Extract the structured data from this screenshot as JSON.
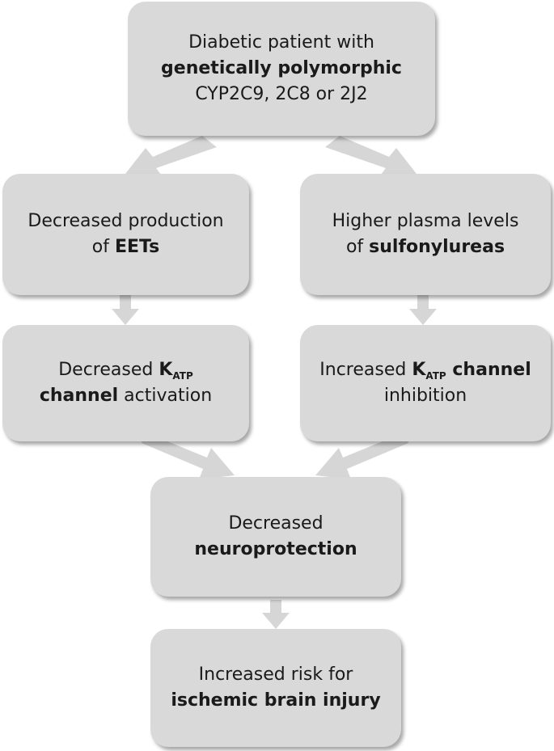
{
  "colors": {
    "node_fill": "#d9d9d9",
    "arrow": "#d6d6d6",
    "text": "#1a1a1a"
  },
  "nodes": {
    "patient": {
      "line1": "Diabetic patient with",
      "line2_bold": "genetically polymorphic",
      "line3": "CYP2C9, 2C8 or 2J2"
    },
    "eets": {
      "line1": "Decreased production",
      "line2_prefix": "of ",
      "line2_bold": "EETs"
    },
    "sulfonylureas": {
      "line1": "Higher plasma levels",
      "line2_prefix": "of ",
      "line2_bold": "sulfonylureas"
    },
    "katp_activation": {
      "line1_prefix": "Decreased ",
      "k": "K",
      "k_sub": "ATP",
      "line2_bold": "channel",
      "line2_suffix": " activation"
    },
    "katp_inhibition": {
      "line1_prefix": "Increased ",
      "k": "K",
      "k_sub": "ATP",
      "line1_bold_suffix": " channel",
      "line2": "inhibition"
    },
    "neuroprotection": {
      "line1": "Decreased",
      "line2_bold": "neuroprotection"
    },
    "brain_injury": {
      "line1": "Increased risk for",
      "line2_bold": "ischemic brain injury"
    }
  }
}
